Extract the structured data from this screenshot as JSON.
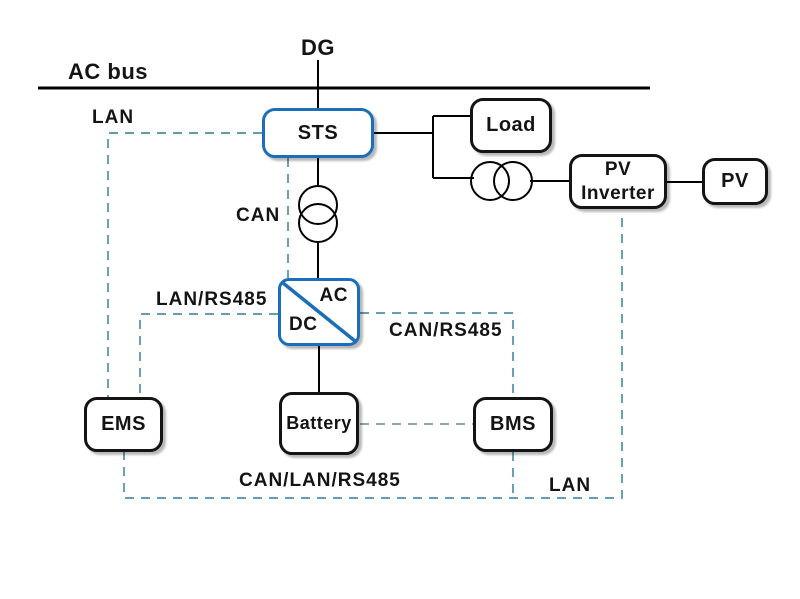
{
  "diagram": {
    "title_labels": {
      "dg": "DG",
      "ac_bus": "AC bus"
    },
    "nodes": {
      "sts": {
        "label": "STS"
      },
      "load": {
        "label": "Load"
      },
      "pv_inverter": {
        "label": "PV Inverter"
      },
      "pv": {
        "label": "PV"
      },
      "ac_dc_converter": {
        "ac": "AC",
        "dc": "DC"
      },
      "battery": {
        "label": "Battery"
      },
      "ems": {
        "label": "EMS"
      },
      "bms": {
        "label": "BMS"
      }
    },
    "comm_labels": {
      "lan_top": "LAN",
      "can": "CAN",
      "lan_rs485": "LAN/RS485",
      "can_rs485": "CAN/RS485",
      "can_lan_rs485": "CAN/LAN/RS485",
      "lan_bottom": "LAN"
    },
    "colors": {
      "accent_blue": "#1b6fba",
      "comm_line_teal": "#4f8fa8",
      "comm_line_gray": "#8098a2",
      "power_line_black": "#000000",
      "background": "#ffffff"
    }
  }
}
